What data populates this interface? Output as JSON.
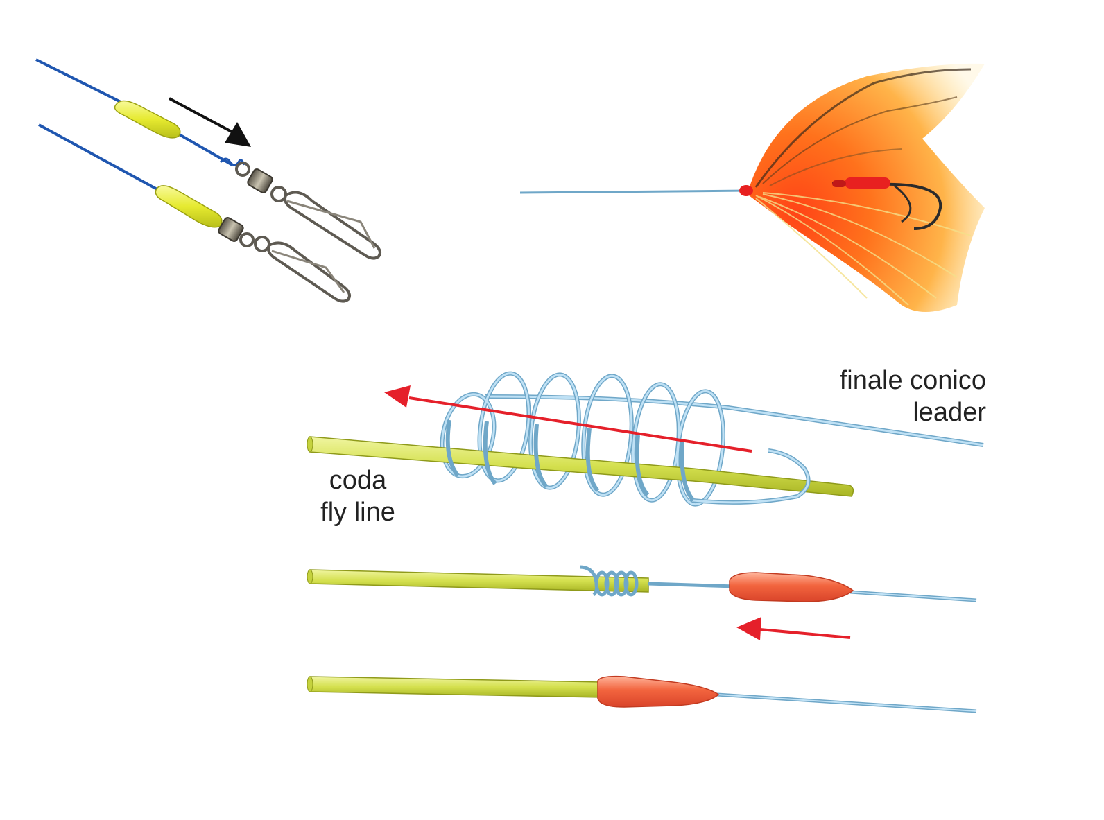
{
  "labels": {
    "leader_it": "finale conico",
    "leader_en": "leader",
    "flyline_it": "coda",
    "flyline_en": "fly line"
  },
  "icons": [
    "swivel-snap-icon",
    "salmon-fly-icon",
    "direction-arrow-icon"
  ],
  "colors": {
    "fly_line": "#d6e35a",
    "leader": "#9ccbe8",
    "sleeve_yellow": "#e8ec3a",
    "sleeve_orange": "#f06a45",
    "arrow_red": "#e5202a",
    "mono_blue": "#1f56b0"
  }
}
